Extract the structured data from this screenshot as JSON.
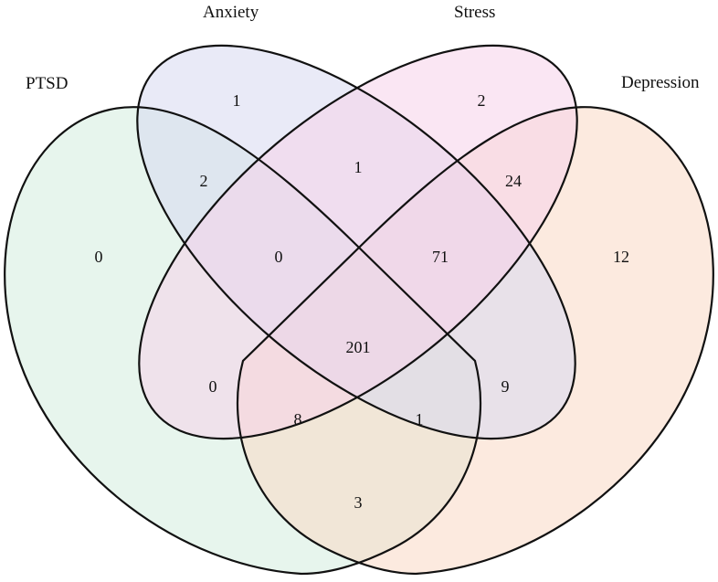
{
  "sets": [
    {
      "key": "ptsd",
      "label": "PTSD",
      "color": "#d3ecdf"
    },
    {
      "key": "anxiety",
      "label": "Anxiety",
      "color": "#d7d9f0"
    },
    {
      "key": "stress",
      "label": "Stress",
      "color": "#f5d2ea"
    },
    {
      "key": "depression",
      "label": "Depression",
      "color": "#fad9c4"
    }
  ],
  "regions": {
    "ptsd_only": "0",
    "anxiety_only": "1",
    "stress_only": "2",
    "depression_only": "12",
    "ptsd_anxiety": "2",
    "anxiety_stress": "1",
    "stress_depression": "24",
    "ptsd_anxiety_stress": "0",
    "anxiety_stress_depression": "71",
    "all_four": "201",
    "ptsd_stress": "0",
    "anxiety_depression": "9",
    "ptsd_stress_depression": "8",
    "ptsd_anxiety_depression": "1",
    "ptsd_depression": "3"
  }
}
